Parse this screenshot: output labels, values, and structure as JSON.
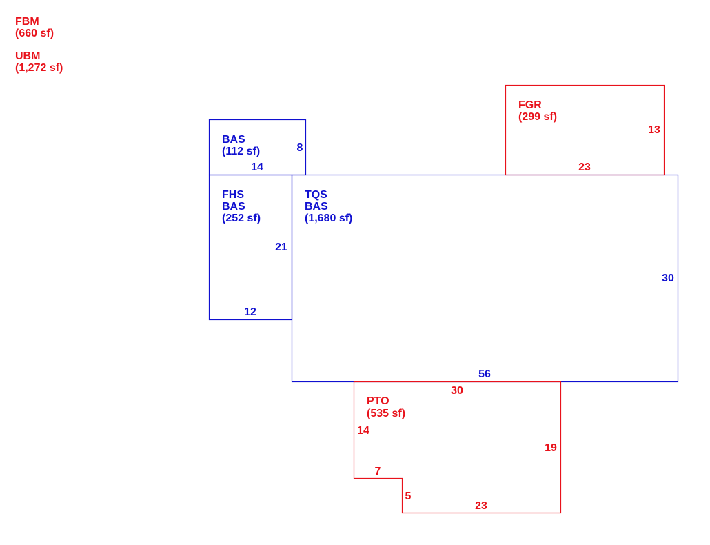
{
  "colors": {
    "living": "#1010d0",
    "other": "#e8121b"
  },
  "legend": [
    {
      "code": "FBM",
      "area": "(660 sf)"
    },
    {
      "code": "UBM",
      "area": "(1,272 sf)"
    }
  ],
  "areas": [
    {
      "id": "bas-small",
      "kind": "living",
      "labels": [
        "BAS",
        "(112 sf)"
      ],
      "dimensions": [
        "8",
        "14"
      ]
    },
    {
      "id": "fhs-bas",
      "kind": "living",
      "labels": [
        "FHS",
        "BAS",
        "(252 sf)"
      ],
      "dimensions": [
        "21",
        "12"
      ]
    },
    {
      "id": "tqs-bas",
      "kind": "living",
      "labels": [
        "TQS",
        "BAS",
        "(1,680 sf)"
      ],
      "dimensions": [
        "30",
        "56"
      ]
    },
    {
      "id": "fgr",
      "kind": "other",
      "labels": [
        "FGR",
        "(299 sf)"
      ],
      "dimensions": [
        "13",
        "23"
      ]
    },
    {
      "id": "pto",
      "kind": "other",
      "labels": [
        "PTO",
        "(535 sf)"
      ],
      "dimensions": [
        "30",
        "14",
        "19",
        "7",
        "5",
        "23"
      ]
    }
  ]
}
